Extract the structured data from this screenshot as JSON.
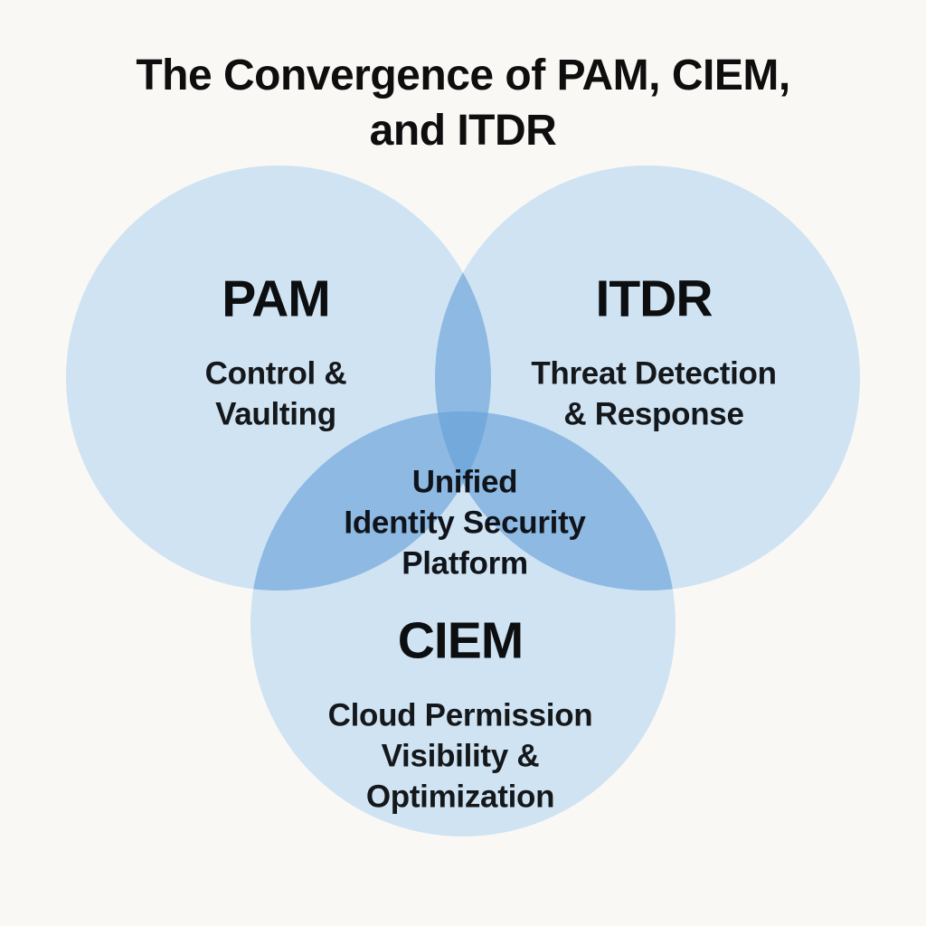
{
  "title": "The Convergence of PAM, CIEM,\nand ITDR",
  "colors": {
    "background": "#faf8f4",
    "circle_fill": "#cfe3f3",
    "overlap_pair_fill": "#8db9e2",
    "overlap_triple_fill": "#73aadb",
    "text": "#0e0e0e"
  },
  "venn": {
    "type": "venn3",
    "sets": [
      {
        "id": "pam",
        "name": "PAM",
        "subtitle": "Control &\nVaulting"
      },
      {
        "id": "itdr",
        "name": "ITDR",
        "subtitle": "Threat Detection\n& Response"
      },
      {
        "id": "ciem",
        "name": "CIEM",
        "subtitle": "Cloud Permission\nVisibility &\nOptimization"
      }
    ],
    "center": {
      "label": "Unified\nIdentity Security\nPlatform"
    }
  }
}
